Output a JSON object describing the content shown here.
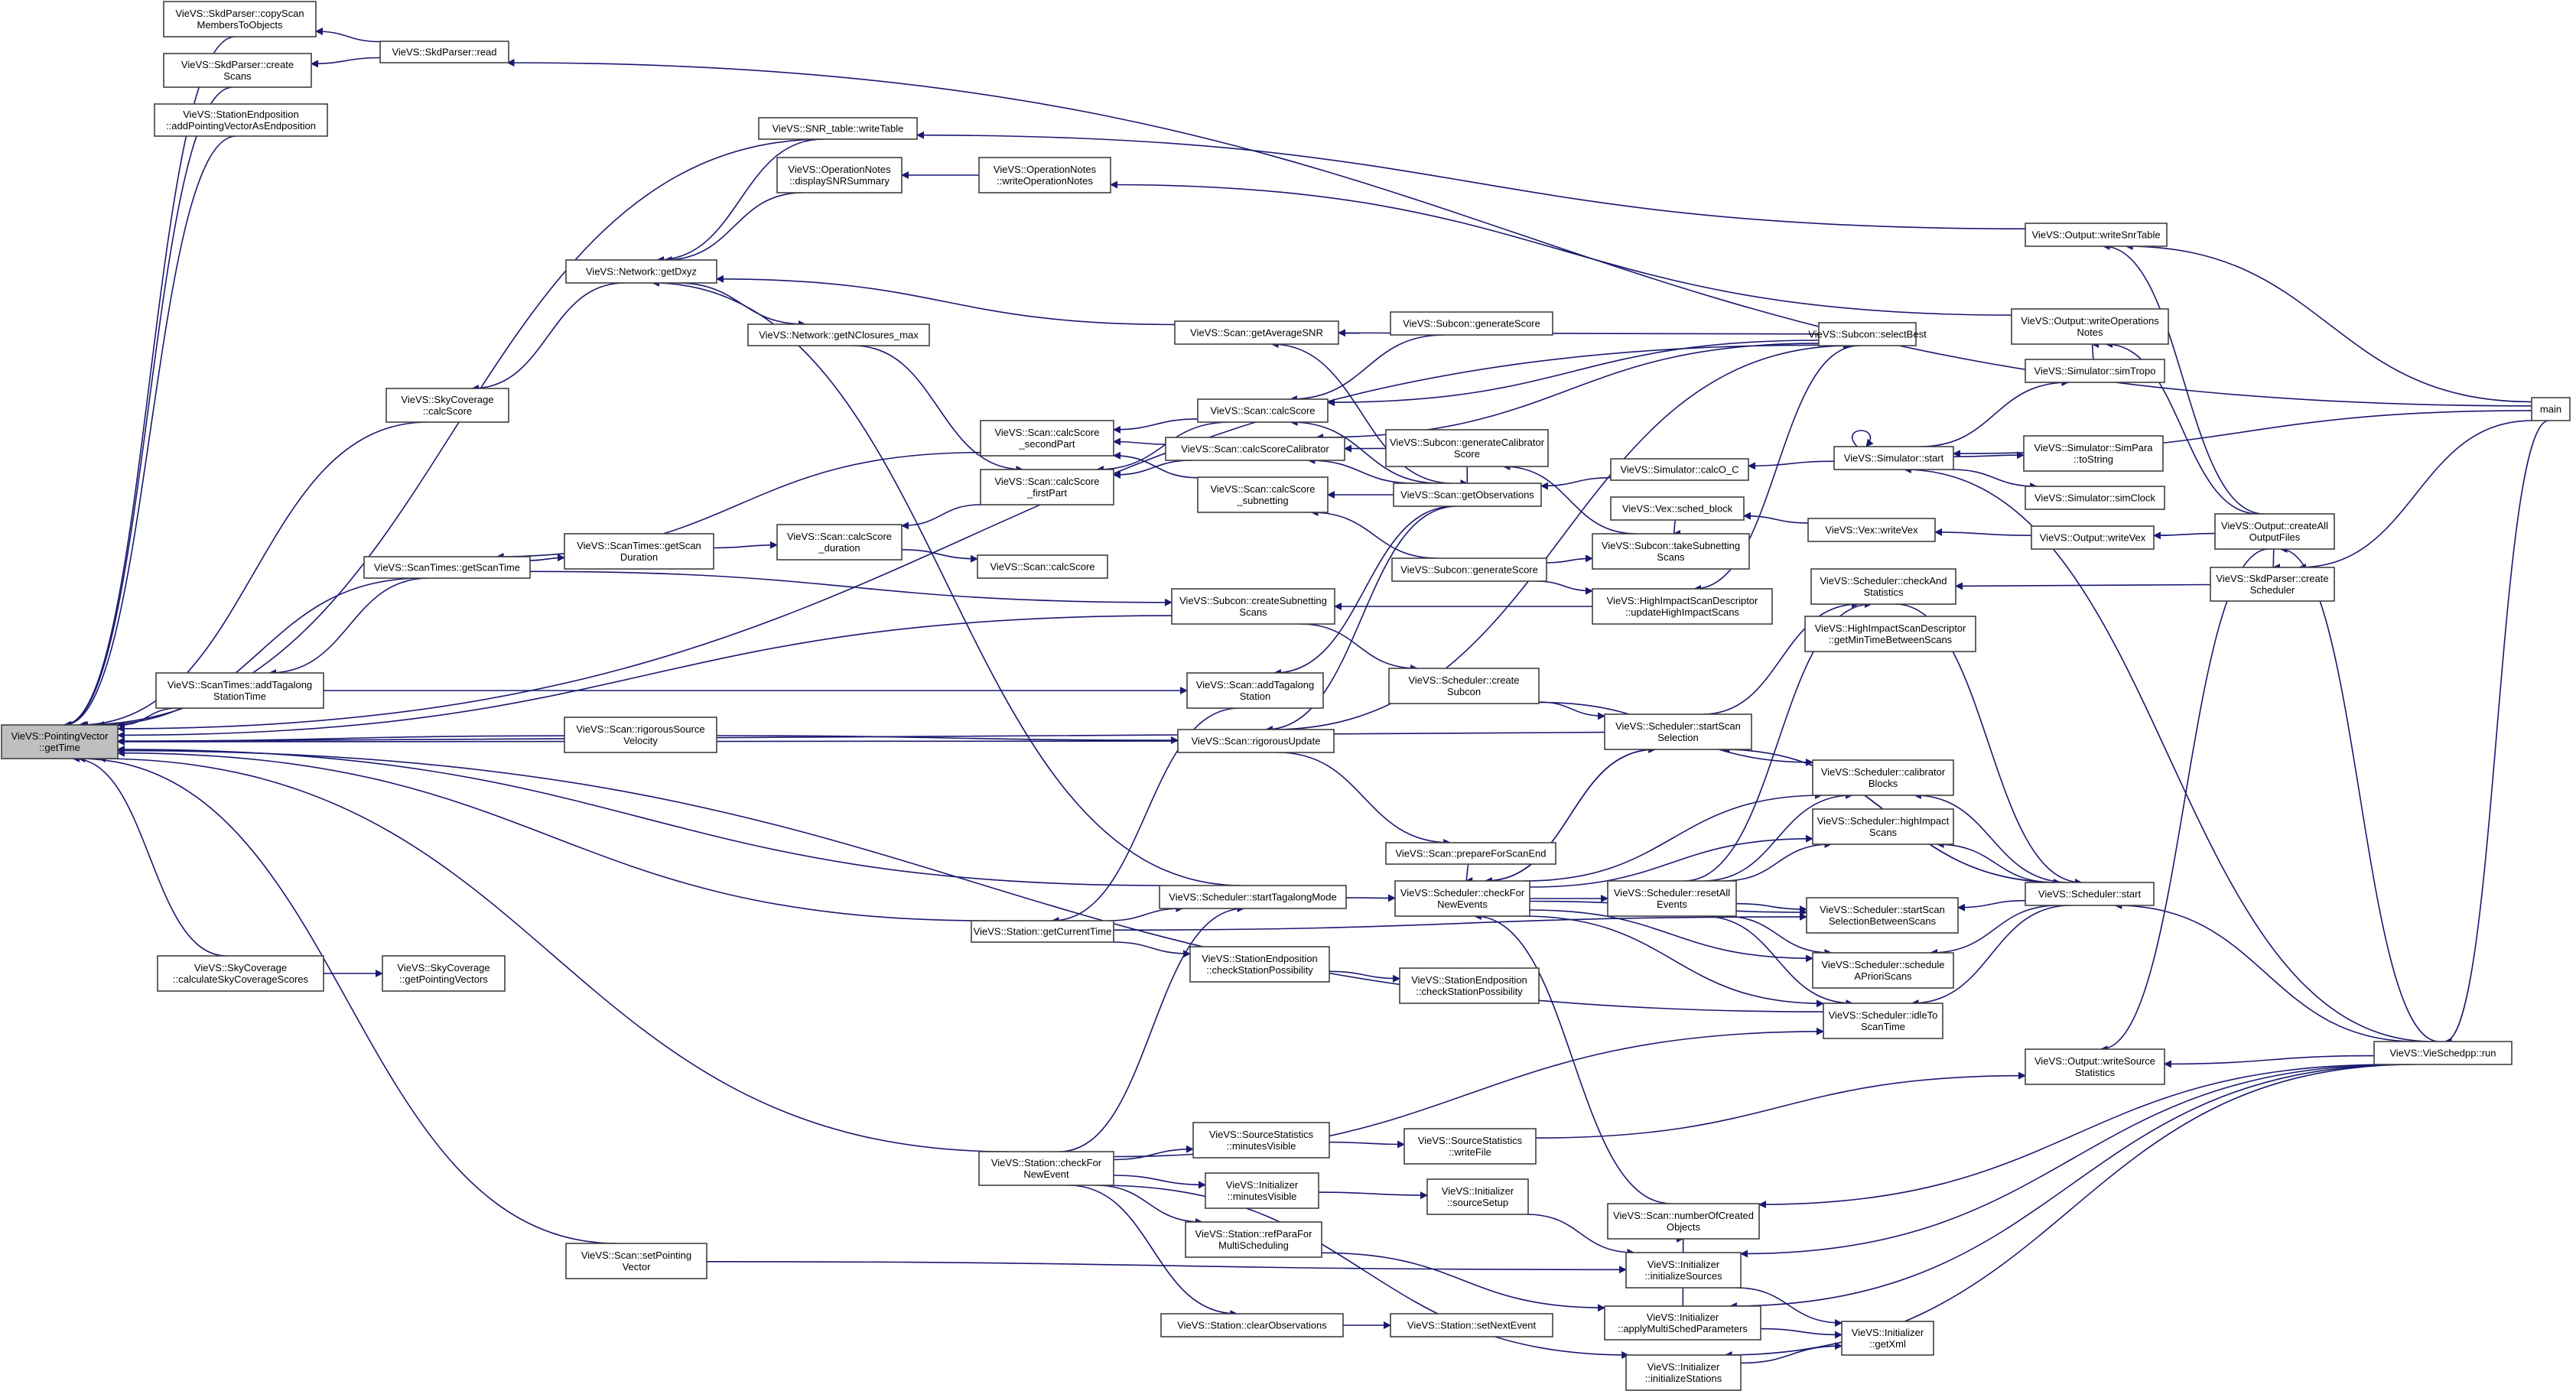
{
  "colors": {
    "edge": "#191970",
    "node_border": "#404040",
    "root_fill": "#bfbfbf",
    "node_fill": "#ffffff"
  },
  "nodes": [
    {
      "id": "pv_getTime",
      "lines": [
        "VieVS::PointingVector",
        "::getTime"
      ],
      "root": true
    },
    {
      "id": "skd_copyScan",
      "lines": [
        "VieVS::SkdParser::copyScan",
        "MembersToObjects"
      ]
    },
    {
      "id": "skd_createScans",
      "lines": [
        "VieVS::SkdParser::create",
        "Scans"
      ]
    },
    {
      "id": "skd_read",
      "lines": [
        "VieVS::SkdParser::read"
      ]
    },
    {
      "id": "se_addPV",
      "lines": [
        "VieVS::StationEndposition",
        "::addPointingVectorAsEndposition"
      ]
    },
    {
      "id": "snr_writeTable",
      "lines": [
        "VieVS::SNR_table::writeTable"
      ]
    },
    {
      "id": "on_displaySNR",
      "lines": [
        "VieVS::OperationNotes",
        "::displaySNRSummary"
      ]
    },
    {
      "id": "on_writeON",
      "lines": [
        "VieVS::OperationNotes",
        "::writeOperationNotes"
      ]
    },
    {
      "id": "net_getDxyz",
      "lines": [
        "VieVS::Network::getDxyz"
      ]
    },
    {
      "id": "net_getNClos",
      "lines": [
        "VieVS::Network::getNClosures_max"
      ]
    },
    {
      "id": "scan_getAvgSNR",
      "lines": [
        "VieVS::Scan::getAverageSNR"
      ]
    },
    {
      "id": "sub_genScore1",
      "lines": [
        "VieVS::Subcon::generateScore"
      ]
    },
    {
      "id": "sub_selectBest",
      "lines": [
        "VieVS::Subcon::selectBest"
      ]
    },
    {
      "id": "out_writeSnr",
      "lines": [
        "VieVS::Output::writeSnrTable"
      ]
    },
    {
      "id": "out_writeOpN",
      "lines": [
        "VieVS::Output::writeOperations",
        "Notes"
      ]
    },
    {
      "id": "sim_simTropo",
      "lines": [
        "VieVS::Simulator::simTropo"
      ]
    },
    {
      "id": "main",
      "lines": [
        "main"
      ]
    },
    {
      "id": "sky_calcScore",
      "lines": [
        "VieVS::SkyCoverage",
        "::calcScore"
      ]
    },
    {
      "id": "scan_calcScore",
      "lines": [
        "VieVS::Scan::calcScore"
      ]
    },
    {
      "id": "scan_cs_second",
      "lines": [
        "VieVS::Scan::calcScore",
        "_secondPart"
      ]
    },
    {
      "id": "scan_cs_first",
      "lines": [
        "VieVS::Scan::calcScore",
        "_firstPart"
      ]
    },
    {
      "id": "scan_csCalib",
      "lines": [
        "VieVS::Scan::calcScoreCalibrator"
      ]
    },
    {
      "id": "sub_genCalib",
      "lines": [
        "VieVS::Subcon::generateCalibrator",
        "Score"
      ]
    },
    {
      "id": "scan_getObs",
      "lines": [
        "VieVS::Scan::getObservations"
      ]
    },
    {
      "id": "scan_cs_subnet",
      "lines": [
        "VieVS::Scan::calcScore",
        "_subnetting"
      ]
    },
    {
      "id": "sim_calcOC",
      "lines": [
        "VieVS::Simulator::calcO_C"
      ]
    },
    {
      "id": "sim_start",
      "lines": [
        "VieVS::Simulator::start"
      ]
    },
    {
      "id": "sim_simPara",
      "lines": [
        "VieVS::Simulator::SimPara",
        "::toString"
      ]
    },
    {
      "id": "sim_simClock",
      "lines": [
        "VieVS::Simulator::simClock"
      ]
    },
    {
      "id": "vex_sched",
      "lines": [
        "VieVS::Vex::sched_block"
      ]
    },
    {
      "id": "vex_writeVex",
      "lines": [
        "VieVS::Vex::writeVex"
      ]
    },
    {
      "id": "out_writeVex",
      "lines": [
        "VieVS::Output::writeVex"
      ]
    },
    {
      "id": "out_createAll",
      "lines": [
        "VieVS::Output::createAll",
        "OutputFiles"
      ]
    },
    {
      "id": "sub_takeSubnet",
      "lines": [
        "VieVS::Subcon::takeSubnetting",
        "Scans"
      ]
    },
    {
      "id": "st_getScanTime",
      "lines": [
        "VieVS::ScanTimes::getScanTime"
      ]
    },
    {
      "id": "st_getScanDur",
      "lines": [
        "VieVS::ScanTimes::getScan",
        "Duration"
      ]
    },
    {
      "id": "scan_cs_duration",
      "lines": [
        "VieVS::Scan::calcScore",
        "_duration"
      ]
    },
    {
      "id": "scan_calcScore2",
      "lines": [
        "VieVS::Scan::calcScore"
      ]
    },
    {
      "id": "sub_genScore2",
      "lines": [
        "VieVS::Subcon::generateScore"
      ]
    },
    {
      "id": "hisd_update",
      "lines": [
        "VieVS::HighImpactScanDescriptor",
        "::updateHighImpactScans"
      ]
    },
    {
      "id": "sch_checkStats",
      "lines": [
        "VieVS::Scheduler::checkAnd",
        "Statistics"
      ]
    },
    {
      "id": "skd_createSched",
      "lines": [
        "VieVS::SkdParser::create",
        "Scheduler"
      ]
    },
    {
      "id": "hisd_getMin",
      "lines": [
        "VieVS::HighImpactScanDescriptor",
        "::getMinTimeBetweenScans"
      ]
    },
    {
      "id": "sub_createSubnet",
      "lines": [
        "VieVS::Subcon::createSubnetting",
        "Scans"
      ]
    },
    {
      "id": "st_addTagalong",
      "lines": [
        "VieVS::ScanTimes::addTagalong",
        "StationTime"
      ]
    },
    {
      "id": "scan_addTagalong",
      "lines": [
        "VieVS::Scan::addTagalong",
        "Station"
      ]
    },
    {
      "id": "sch_createSubcon",
      "lines": [
        "VieVS::Scheduler::create",
        "Subcon"
      ]
    },
    {
      "id": "scan_rigSrcVel",
      "lines": [
        "VieVS::Scan::rigorousSource",
        "Velocity"
      ]
    },
    {
      "id": "scan_rigUpdate",
      "lines": [
        "VieVS::Scan::rigorousUpdate"
      ]
    },
    {
      "id": "sch_startScanSel",
      "lines": [
        "VieVS::Scheduler::startScan",
        "Selection"
      ]
    },
    {
      "id": "sch_calibBlocks",
      "lines": [
        "VieVS::Scheduler::calibrator",
        "Blocks"
      ]
    },
    {
      "id": "scan_prepEnd",
      "lines": [
        "VieVS::Scan::prepareForScanEnd"
      ]
    },
    {
      "id": "sch_highImpact",
      "lines": [
        "VieVS::Scheduler::highImpact",
        "Scans"
      ]
    },
    {
      "id": "sch_startTagalong",
      "lines": [
        "VieVS::Scheduler::startTagalongMode"
      ]
    },
    {
      "id": "sch_checkForNew",
      "lines": [
        "VieVS::Scheduler::checkFor",
        "NewEvents"
      ]
    },
    {
      "id": "sch_resetAll",
      "lines": [
        "VieVS::Scheduler::resetAll",
        "Events"
      ]
    },
    {
      "id": "sch_startBetween",
      "lines": [
        "VieVS::Scheduler::startScan",
        "SelectionBetweenScans"
      ]
    },
    {
      "id": "sch_start",
      "lines": [
        "VieVS::Scheduler::start"
      ]
    },
    {
      "id": "sta_getCurTime",
      "lines": [
        "VieVS::Station::getCurrentTime"
      ]
    },
    {
      "id": "se_checkStation",
      "lines": [
        "VieVS::StationEndposition",
        "::checkStationPossibility"
      ]
    },
    {
      "id": "se_checkStation2",
      "lines": [
        "VieVS::StationEndposition",
        "::checkStationPossibility"
      ]
    },
    {
      "id": "sch_schedApriori",
      "lines": [
        "VieVS::Scheduler::schedule",
        "APrioriScans"
      ]
    },
    {
      "id": "sky_calcSkyCov",
      "lines": [
        "VieVS::SkyCoverage",
        "::calculateSkyCoverageScores"
      ]
    },
    {
      "id": "sky_getPV",
      "lines": [
        "VieVS::SkyCoverage",
        "::getPointingVectors"
      ]
    },
    {
      "id": "sch_idleTo",
      "lines": [
        "VieVS::Scheduler::idleTo",
        "ScanTime"
      ]
    },
    {
      "id": "vie_run",
      "lines": [
        "VieVS::VieSchedpp::run"
      ]
    },
    {
      "id": "out_writeSrc",
      "lines": [
        "VieVS::Output::writeSource",
        "Statistics"
      ]
    },
    {
      "id": "ss_minVisible",
      "lines": [
        "VieVS::SourceStatistics",
        "::minutesVisible"
      ]
    },
    {
      "id": "ss_writeFile",
      "lines": [
        "VieVS::SourceStatistics",
        "::writeFile"
      ]
    },
    {
      "id": "sta_checkForNew",
      "lines": [
        "VieVS::Station::checkFor",
        "NewEvent"
      ]
    },
    {
      "id": "ini_minVisible",
      "lines": [
        "VieVS::Initializer",
        "::minutesVisible"
      ]
    },
    {
      "id": "ini_srcSetup",
      "lines": [
        "VieVS::Initializer",
        "::sourceSetup"
      ]
    },
    {
      "id": "scan_numObj",
      "lines": [
        "VieVS::Scan::numberOfCreated",
        "Objects"
      ]
    },
    {
      "id": "sta_refPara",
      "lines": [
        "VieVS::Station::refParaFor",
        "MultiScheduling"
      ]
    },
    {
      "id": "ini_initSources",
      "lines": [
        "VieVS::Initializer",
        "::initializeSources"
      ]
    },
    {
      "id": "scan_setPV",
      "lines": [
        "VieVS::Scan::setPointing",
        "Vector"
      ]
    },
    {
      "id": "ini_applyMulti",
      "lines": [
        "VieVS::Initializer",
        "::applyMultiSchedParameters"
      ]
    },
    {
      "id": "ini_getXml",
      "lines": [
        "VieVS::Initializer",
        "::getXml"
      ]
    },
    {
      "id": "sta_clearObs",
      "lines": [
        "VieVS::Station::clearObservations"
      ]
    },
    {
      "id": "sta_setNext",
      "lines": [
        "VieVS::Station::setNextEvent"
      ]
    },
    {
      "id": "ini_initStations",
      "lines": [
        "VieVS::Initializer",
        "::initializeStations"
      ]
    }
  ]
}
